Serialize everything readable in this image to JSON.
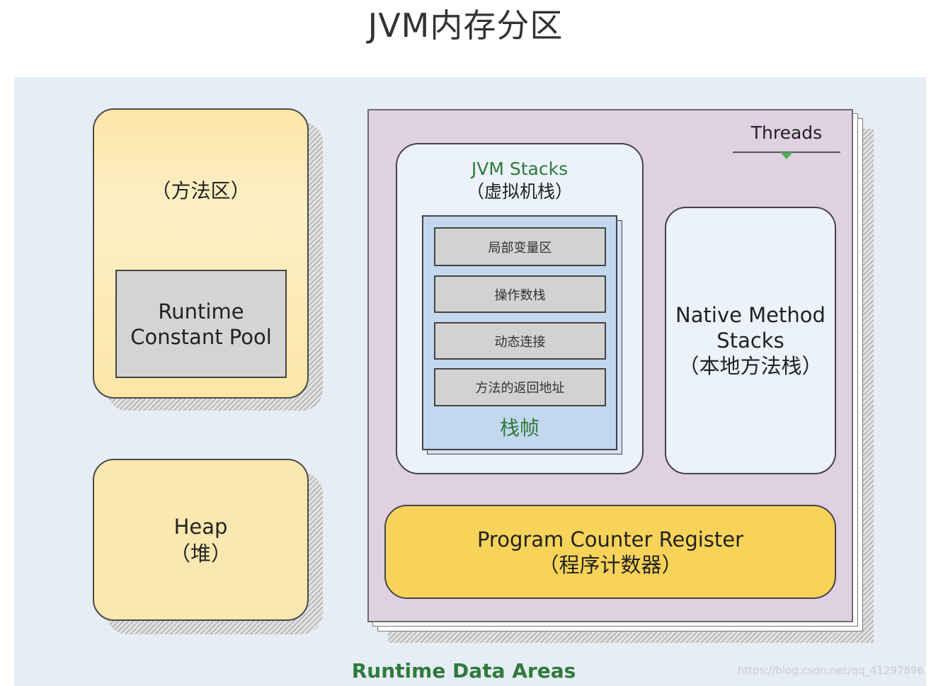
{
  "title": "JVM内存分区",
  "diagram": {
    "method_area": {
      "label": "（方法区）"
    },
    "runtime_constant_pool": {
      "line1": "Runtime",
      "line2": "Constant Pool"
    },
    "heap": {
      "line1": "Heap",
      "line2": "（堆）"
    },
    "threads": {
      "label": "Threads"
    },
    "jvm_stacks": {
      "line1": "JVM Stacks",
      "line2": "（虚拟机栈）"
    },
    "stack_frame": {
      "slots": [
        "局部变量区",
        "操作数栈",
        "动态连接",
        "方法的返回地址"
      ],
      "label": "栈帧"
    },
    "native_method_stacks": {
      "line1": "Native Method",
      "line2": "Stacks",
      "line3": "（本地方法栈）"
    },
    "program_counter": {
      "line1": "Program Counter Register",
      "line2": "（程序计数器）"
    },
    "footer": "Runtime Data Areas",
    "watermark": "https://blog.csdn.net/qq_41297896"
  },
  "colors": {
    "method_heap_fill": "#fbe8b0",
    "constant_pool_fill": "#d4d4d4",
    "threads_fill": "#dfd0e2",
    "stacks_fill": "#ecf2fa",
    "frame_fill": "#c3d8ef",
    "pc_fill": "#f7d35a",
    "accent_green": "#2f7a3b",
    "background": "#e6edf5"
  }
}
